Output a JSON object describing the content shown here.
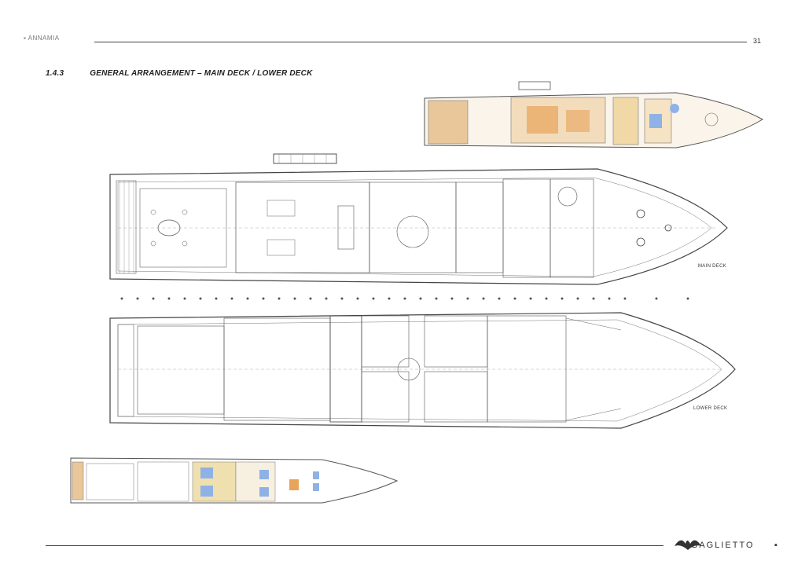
{
  "header": {
    "brand": "ANNAMIA",
    "page_number": "31"
  },
  "section": {
    "number": "1.4.3",
    "title": "GENERAL ARRANGEMENT – MAIN DECK / LOWER DECK"
  },
  "labels": {
    "main_deck": "MAIN DECK",
    "lower_deck": "LOWER DECK"
  },
  "footer": {
    "brand": "BAGLIETTO"
  },
  "colors": {
    "line": "#555555",
    "wood": "#e9c79a",
    "blue": "#8fb2e6",
    "orange": "#e8a45a"
  }
}
